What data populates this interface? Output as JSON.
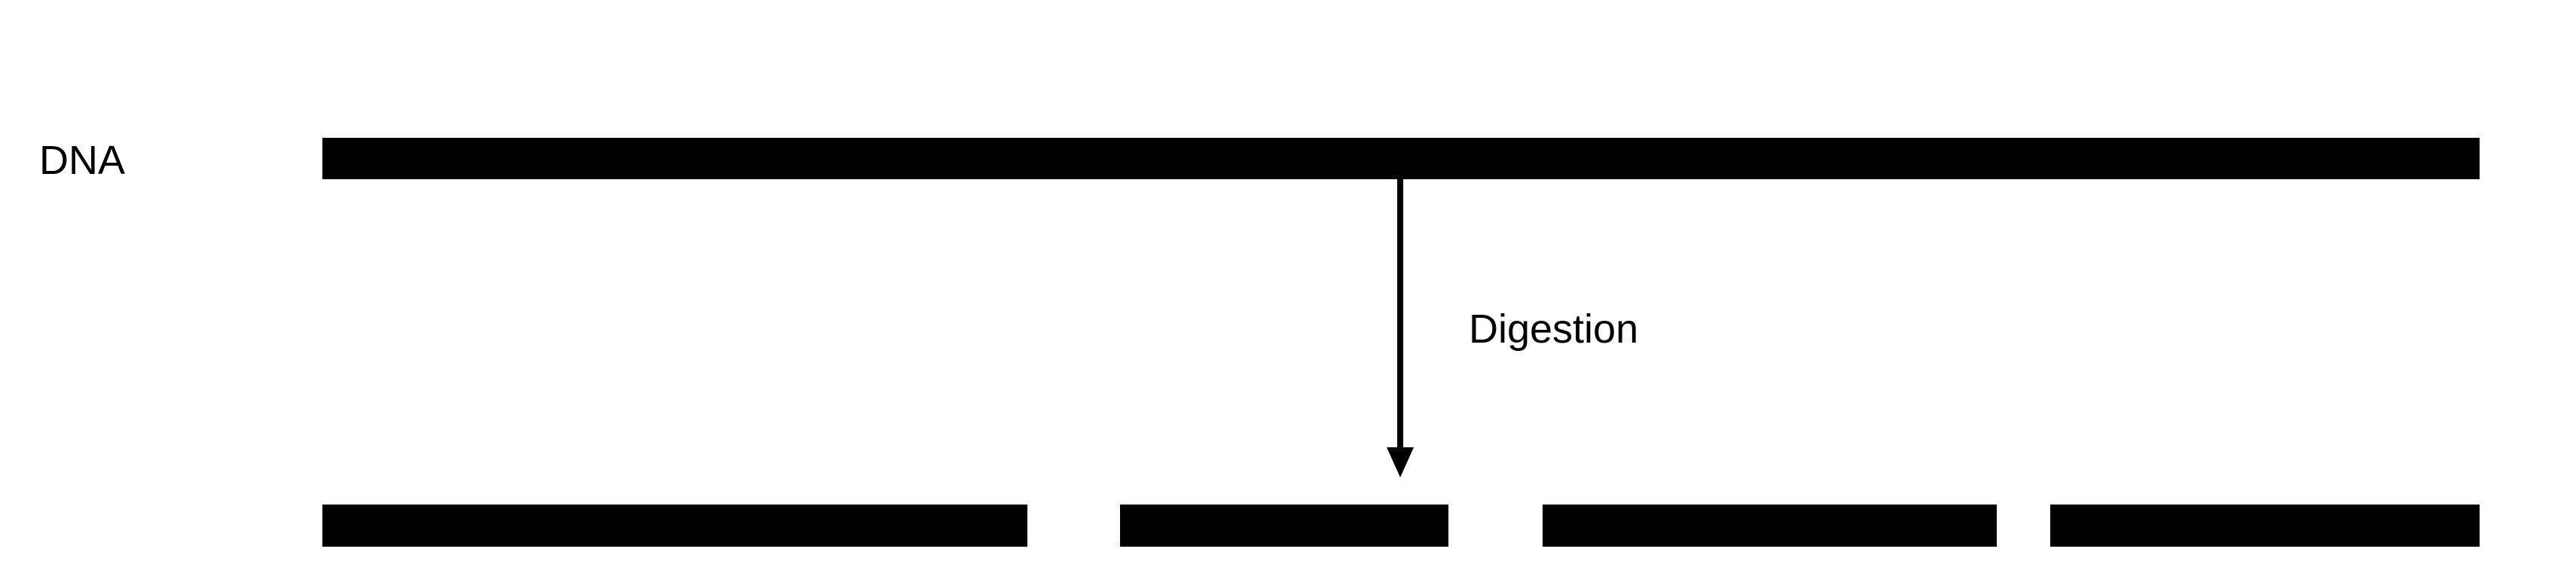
{
  "diagram": {
    "input_label": "DNA",
    "process_label": "Digestion",
    "input_molecule": {
      "name": "DNA",
      "color": "#000000"
    },
    "fragments": [
      {
        "name": "fragment-1"
      },
      {
        "name": "fragment-2"
      },
      {
        "name": "fragment-3"
      },
      {
        "name": "fragment-4"
      }
    ],
    "arrow": {
      "direction": "down",
      "color": "#000000"
    }
  }
}
